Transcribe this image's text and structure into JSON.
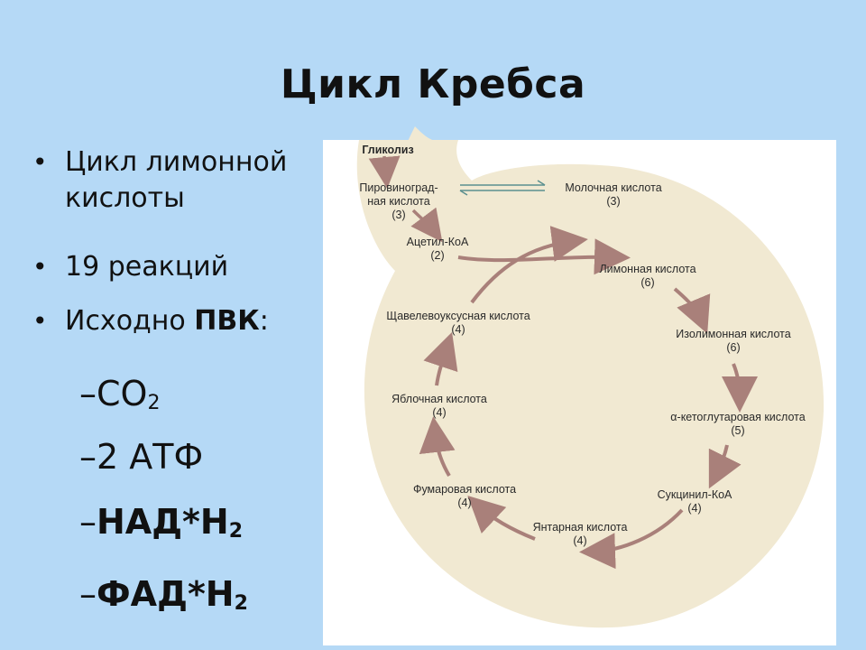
{
  "slide": {
    "title": "Цикл Кребса",
    "bullets": [
      {
        "line1": "Цикл лимонной",
        "line2": "кислоты"
      },
      {
        "line1": "19 реакций"
      },
      {
        "line1_prefix": "Исходно ",
        "line1_bold": "ПВК",
        "line1_suffix": ":"
      }
    ],
    "products": [
      {
        "dash": "–",
        "text": "CO",
        "sub": "2",
        "bold": false
      },
      {
        "dash": "–",
        "text": "2 АТФ",
        "sub": "",
        "bold": false
      },
      {
        "dash": "–",
        "text": "НАД*Н",
        "sub": "2",
        "bold": true
      },
      {
        "dash": "–",
        "text": "ФАД*Н",
        "sub": "2",
        "bold": true
      }
    ]
  },
  "diagram": {
    "colors": {
      "blob": "#f1e9d2",
      "arrow": "#a9807a",
      "double_arrow": "#5b8f8f"
    },
    "glycolysis": "Гликолиз",
    "pyruvate": {
      "line1": "Пировиноград-",
      "line2": "ная кислота",
      "num": "(3)"
    },
    "lactate": {
      "name": "Молочная кислота",
      "num": "(3)"
    },
    "acetyl_coa": {
      "name": "Ацетил-КоА",
      "num": "(2)"
    },
    "cycle": [
      {
        "name": "Лимонная кислота",
        "num": "(6)"
      },
      {
        "name": "Изолимонная кислота",
        "num": "(6)"
      },
      {
        "name": "α-кетоглутаровая кислота",
        "num": "(5)"
      },
      {
        "name": "Сукцинил-КоА",
        "num": "(4)"
      },
      {
        "name": "Янтарная кислота",
        "num": "(4)"
      },
      {
        "name": "Фумаровая кислота",
        "num": "(4)"
      },
      {
        "name": "Яблочная кислота",
        "num": "(4)"
      },
      {
        "name": "Щавелевоуксусная кислота",
        "num": "(4)"
      }
    ]
  }
}
